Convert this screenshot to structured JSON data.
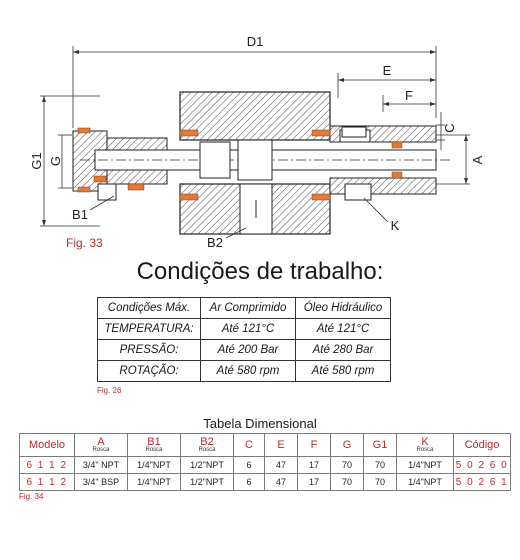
{
  "drawing": {
    "labels": {
      "d1": "D1",
      "e": "E",
      "f": "F",
      "c": "C",
      "a": "A",
      "g1": "G1",
      "g": "G",
      "b1": "B1",
      "b2": "B2",
      "k": "K"
    },
    "fig_caption": "Fig. 33"
  },
  "conditions": {
    "title": "Condições de trabalho:",
    "headers": [
      "Condições Máx.",
      "Ar Comprimido",
      "Óleo Hidráulico"
    ],
    "rows": [
      [
        "TEMPERATURA:",
        "Até 121°C",
        "Até 121°C"
      ],
      [
        "PRESSÃO:",
        "Até 200 Bar",
        "Até 280 Bar"
      ],
      [
        "ROTAÇÃO:",
        "Até 580 rpm",
        "Até 580 rpm"
      ]
    ],
    "fig_caption": "Fig. 26"
  },
  "dimensional": {
    "title": "Tabela Dimensional",
    "headers": [
      {
        "label": "Modelo",
        "sub": ""
      },
      {
        "label": "A",
        "sub": "Rosca"
      },
      {
        "label": "B1",
        "sub": "Rosca"
      },
      {
        "label": "B2",
        "sub": "Rosca"
      },
      {
        "label": "C",
        "sub": ""
      },
      {
        "label": "E",
        "sub": ""
      },
      {
        "label": "F",
        "sub": ""
      },
      {
        "label": "G",
        "sub": ""
      },
      {
        "label": "G1",
        "sub": ""
      },
      {
        "label": "K",
        "sub": "Rosca"
      },
      {
        "label": "Código",
        "sub": ""
      }
    ],
    "rows": [
      [
        "6 1 1 2",
        "3/4\" NPT",
        "1/4\"NPT",
        "1/2\"NPT",
        "6",
        "47",
        "17",
        "70",
        "70",
        "1/4\"NPT",
        "5 0 2 6 0"
      ],
      [
        "6 1 1 2",
        "3/4\" BSP",
        "1/4\"NPT",
        "1/2\"NPT",
        "6",
        "47",
        "17",
        "70",
        "70",
        "1/4\"NPT",
        "5 0 2 6 1"
      ]
    ],
    "fig_caption": "Fig. 34"
  },
  "colors": {
    "accent_red": "#c0282d",
    "seal_orange": "#e07b39",
    "hatch": "#555555"
  }
}
